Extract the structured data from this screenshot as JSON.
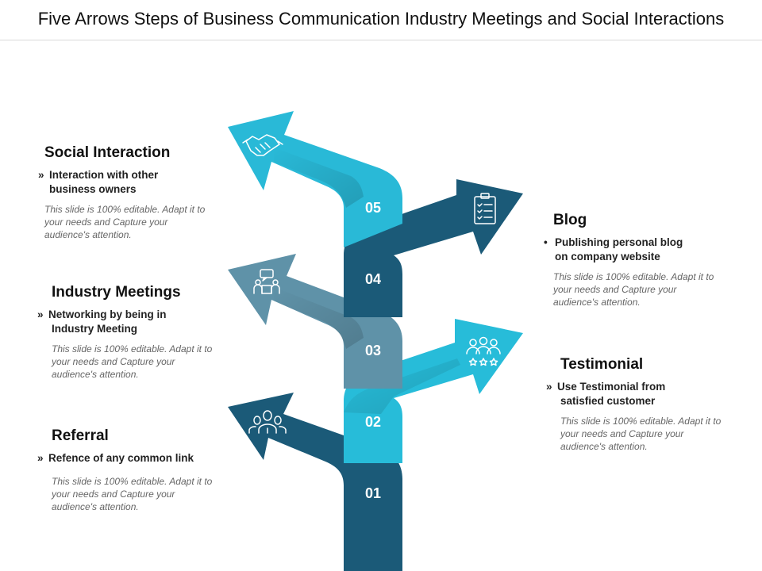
{
  "title": "Five Arrows Steps of Business Communication Industry Meetings and Social Interactions",
  "colors": {
    "dark": "#1b5a78",
    "cyan": "#29b9d7",
    "slate": "#5f92a8",
    "light_cyan": "#27bcd9"
  },
  "steps": [
    {
      "number": "01",
      "icon": "team-icon",
      "heading": "Referral",
      "bullet_mark": "»",
      "bullet": "Refence of any common link",
      "note": "This slide is 100% editable. Adapt it to your needs and Capture your audience's attention."
    },
    {
      "number": "02",
      "icon": "rating-people-icon",
      "heading": "Testimonial",
      "bullet_mark": "»",
      "bullet_1": "Use Testimonial from",
      "bullet_2": "satisfied customer",
      "note": "This slide is 100% editable. Adapt it to your needs and Capture your audience's attention."
    },
    {
      "number": "03",
      "icon": "meeting-icon",
      "heading": "Industry Meetings",
      "bullet_mark": "»",
      "bullet_1": "Networking by being in",
      "bullet_2": "Industry Meeting",
      "note": "This slide is 100% editable. Adapt it to your needs and Capture your audience's attention."
    },
    {
      "number": "04",
      "icon": "checklist-icon",
      "heading": "Blog",
      "bullet_mark": "•",
      "bullet_1": "Publishing personal blog",
      "bullet_2": "on company website",
      "note": "This slide is 100% editable. Adapt it to your needs and Capture your audience's attention."
    },
    {
      "number": "05",
      "icon": "handshake-icon",
      "heading": "Social Interaction",
      "bullet_mark": "»",
      "bullet_1": "Interaction with other",
      "bullet_2": "business owners",
      "note": "This slide is 100% editable. Adapt it to your needs and Capture your audience's attention."
    }
  ]
}
